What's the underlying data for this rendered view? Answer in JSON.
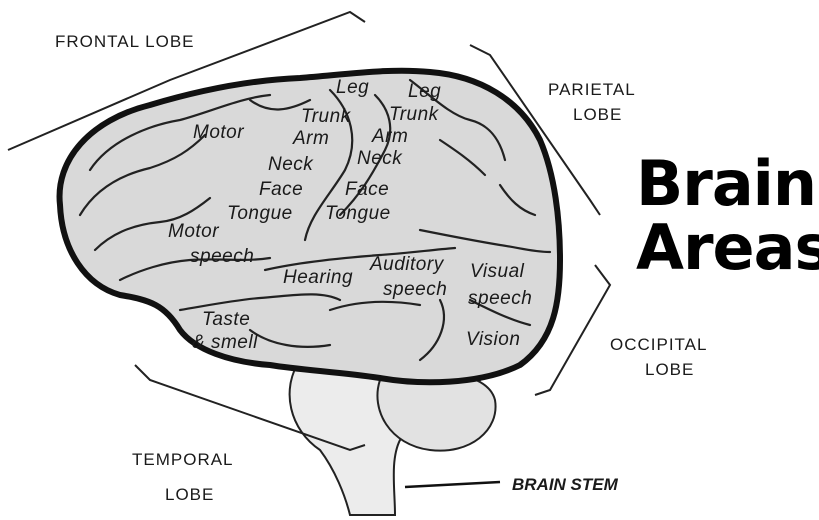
{
  "title": {
    "line1": "Brain",
    "line2": "Areas"
  },
  "lobes": {
    "frontal": "FRONTAL LOBE",
    "parietal_1": "PARIETAL",
    "parietal_2": "LOBE",
    "occipital_1": "OCCIPITAL",
    "occipital_2": "LOBE",
    "temporal_1": "TEMPORAL",
    "temporal_2": "LOBE"
  },
  "brain_stem": "BRAIN STEM",
  "motor_cortex": {
    "leg": "Leg",
    "trunk": "Trunk",
    "arm": "Arm",
    "neck": "Neck",
    "face": "Face",
    "tongue": "Tongue",
    "motor": "Motor"
  },
  "sensory_cortex": {
    "leg": "Leg",
    "trunk": "Trunk",
    "arm": "Arm",
    "neck": "Neck",
    "face": "Face",
    "tongue": "Tongue"
  },
  "areas": {
    "motor_speech_1": "Motor",
    "motor_speech_2": "speech",
    "hearing": "Hearing",
    "auditory_speech_1": "Auditory",
    "auditory_speech_2": "speech",
    "visual_speech_1": "Visual",
    "visual_speech_2": "speech",
    "taste_smell_1": "Taste",
    "taste_smell_2": "& smell",
    "vision": "Vision"
  },
  "colors": {
    "brain_fill": "#d9d9d9",
    "outline": "#111111",
    "background": "#ffffff"
  }
}
